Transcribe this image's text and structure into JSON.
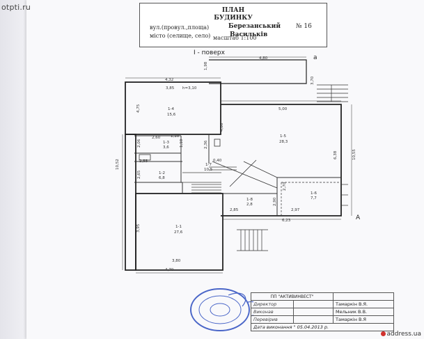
{
  "watermark_top": "otpti.ru",
  "watermark_bottom": "address.ua",
  "header": {
    "title": "ПЛАН",
    "subtitle": "БУДИНКУ",
    "line1_label": "вул.(провул.,площа)",
    "line1_value": "Березанський",
    "number": "№ 16",
    "line2_label": "місто (селище, село)",
    "line2_value": "Васильків"
  },
  "scale": "масштаб 1:100",
  "floor_label": "I - поверх",
  "marks": {
    "a": "а",
    "A": "А"
  },
  "dimensions": {
    "d480": "4,80",
    "d432": "4,32",
    "d385": "3,85",
    "h310": "h=3,10",
    "d500": "5,00",
    "d260": "2,60",
    "d101": "1,10",
    "d255": "2,55",
    "d040": "0,40",
    "d285": "2,85",
    "d297": "2,97",
    "d623": "6,23",
    "d380": "3,80",
    "d470": "4,70",
    "d1052": "10,52",
    "d1055": "10,55",
    "d475": "4,75",
    "d486": "4,86",
    "d638": "6,38",
    "d395": "3,95",
    "d198": "1,98",
    "d270": "2,70",
    "d265": "2,65",
    "d206": "2,06",
    "d110": "1,10",
    "d236": "2,36",
    "d290": "2,90",
    "d370": "3,70"
  },
  "rooms": [
    {
      "id": "1-4",
      "area": "15,6"
    },
    {
      "id": "1-5",
      "area": "28,3"
    },
    {
      "id": "1-3",
      "area": "3,6"
    },
    {
      "id": "1-2",
      "area": "6,8"
    },
    {
      "id": "1-7",
      "area": "10,5"
    },
    {
      "id": "1-6",
      "area": "7,7"
    },
    {
      "id": "1-1",
      "area": "27,6"
    },
    {
      "id": "1-8",
      "area": "2,8"
    }
  ],
  "signatures": {
    "org": "ПП \"АКТИВИНВЕСТ\"",
    "rows": [
      {
        "role": "Директор",
        "name": "Тамаркін В.Я."
      },
      {
        "role": "Виконав",
        "name": "Мельник В.В."
      },
      {
        "role": "Перевірив",
        "name": "Тамаркін В.Я"
      }
    ],
    "date": "Дата виконання  \" 05.04.2013 р."
  }
}
